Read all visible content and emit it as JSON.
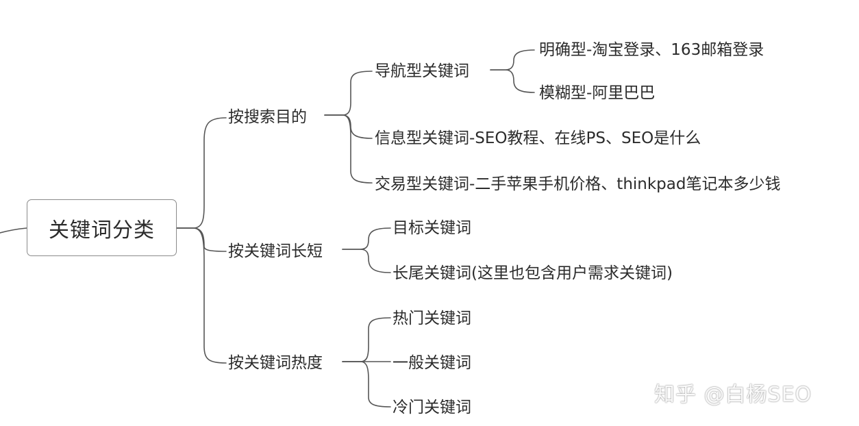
{
  "root": {
    "label": "关键词分类"
  },
  "branches": [
    {
      "label": "按搜索目的",
      "children": [
        {
          "label": "导航型关键词",
          "children": [
            {
              "label": "明确型-淘宝登录、163邮箱登录"
            },
            {
              "label": "模糊型-阿里巴巴"
            }
          ]
        },
        {
          "label": "信息型关键词-SEO教程、在线PS、SEO是什么"
        },
        {
          "label": "交易型关键词-二手苹果手机价格、thinkpad笔记本多少钱"
        }
      ]
    },
    {
      "label": "按关键词长短",
      "children": [
        {
          "label": "目标关键词"
        },
        {
          "label": "长尾关键词(这里也包含用户需求关键词)"
        }
      ]
    },
    {
      "label": "按关键词热度",
      "children": [
        {
          "label": "热门关键词"
        },
        {
          "label": "一般关键词"
        },
        {
          "label": "冷门关键词"
        }
      ]
    }
  ],
  "watermark": "知乎 @白杨SEO",
  "colors": {
    "line": "#555555",
    "box_border": "#8a8a8a",
    "text": "#2b2b2b"
  }
}
